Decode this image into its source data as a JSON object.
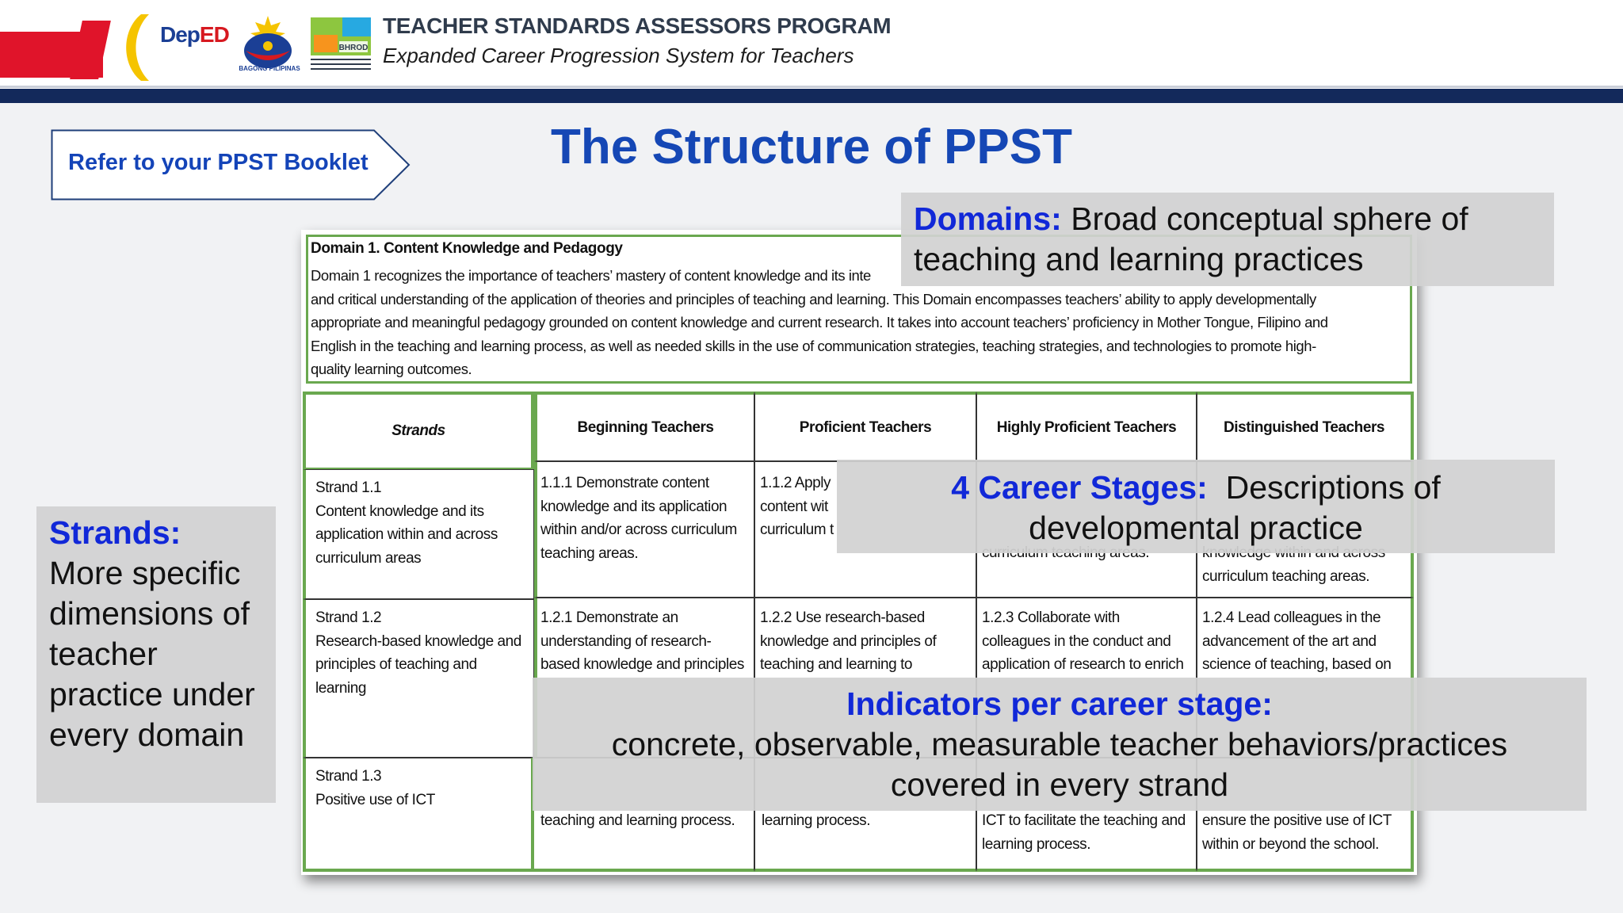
{
  "header": {
    "program_title": "TEACHER STANDARDS ASSESSORS PROGRAM",
    "program_subtitle": "Expanded Career Progression System for Teachers",
    "logos": {
      "deped_a": "Dep",
      "deped_b": "ED",
      "bagong": "BAGONG PILIPINAS",
      "bhrod": "BHROD"
    }
  },
  "title": "The Structure of PPST",
  "refer": "Refer to your PPST Booklet",
  "document": {
    "domain_title": "Domain 1. Content Knowledge and Pedagogy",
    "domain_lines": [
      "Domain 1 recognizes the importance of teachers’ mastery of content knowledge and its inte",
      "and critical understanding of the application of theories and principles of teaching and learning. This Domain encompasses teachers’ ability to apply developmentally",
      "appropriate and meaningful pedagogy grounded on content knowledge and current research. It takes into account teachers’ proficiency in Mother Tongue, Filipino and",
      "English in the teaching and learning process, as well as needed skills in the use of communication strategies, teaching strategies, and technologies to promote high-",
      "quality learning outcomes."
    ],
    "headers": [
      "Strands",
      "Beginning Teachers",
      "Proficient Teachers",
      "Highly Proficient Teachers",
      "Distinguished Teachers"
    ],
    "rows": [
      {
        "strand": [
          "Strand 1.1",
          "Content knowledge and its",
          "application within and across",
          "curriculum areas"
        ],
        "c1": [
          "1.1.1 Demonstrate content",
          "knowledge and its application",
          "within and/or across curriculum",
          "teaching areas."
        ],
        "c2": [
          "1.1.2 Apply",
          "content wit",
          "curriculum t"
        ],
        "c3": [
          "curriculum teaching areas."
        ],
        "c4": [
          "knowledge within and across",
          "curriculum teaching areas."
        ]
      },
      {
        "strand": [
          "Strand 1.2",
          "Research-based knowledge and",
          "principles of teaching and",
          "learning"
        ],
        "c1": [
          "1.2.1 Demonstrate an",
          "understanding of research-",
          "based knowledge and principles"
        ],
        "c2": [
          "1.2.2 Use research-based",
          "knowledge and principles of",
          "teaching and learning to"
        ],
        "c3": [
          "1.2.3 Collaborate with",
          "colleagues in the conduct and",
          "application of research to enrich"
        ],
        "c4": [
          "1.2.4 Lead colleagues in the",
          "advancement of the art and",
          "science of teaching, based on"
        ]
      },
      {
        "strand": [
          "Strand 1.3",
          "Positive use of ICT"
        ],
        "c1": [
          "teaching and learning process."
        ],
        "c2": [
          "learning process."
        ],
        "c3": [
          "ICT to facilitate the teaching and",
          "learning process."
        ],
        "c4": [
          "ensure the positive use of ICT",
          "within or beyond the school."
        ]
      }
    ]
  },
  "callouts": {
    "domains": {
      "label": "Domains:",
      "text": " Broad conceptual sphere of teaching and learning practices"
    },
    "career": {
      "label": "4 Career Stages:",
      "text": "  Descriptions of developmental practice"
    },
    "strands": {
      "label": "Strands:",
      "text": "More specific dimensions of teacher practice under every domain"
    },
    "indicators": {
      "label": "Indicators per career stage:",
      "line1": "concrete, observable, measurable teacher behaviors/practices",
      "line2": "covered in every strand"
    }
  },
  "colors": {
    "accent_blue": "#1547b5",
    "callout_blue": "#1128d8",
    "navy": "#13295b",
    "table_green": "#6aa84f"
  }
}
